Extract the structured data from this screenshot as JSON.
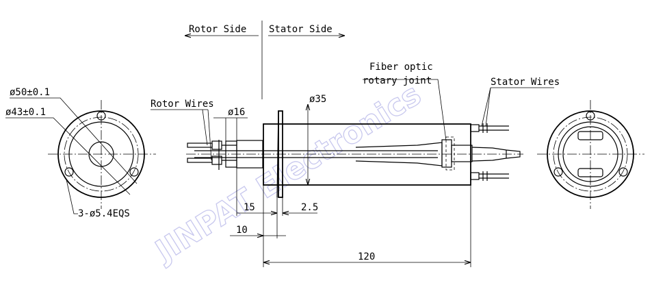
{
  "labels": {
    "rotor_side": "Rotor Side",
    "stator_side": "Stator Side",
    "rotor_wires": "Rotor Wires",
    "stator_wires": "Stator Wires",
    "fiber_line1": "Fiber optic",
    "fiber_line2": "rotary joint",
    "dia_outer": "ø50±0.1",
    "dia_pcd": "ø43±0.1",
    "holes": "3-ø5.4EQS",
    "dia_shaft": "ø16",
    "dia_body": "ø35",
    "dim_15": "15",
    "dim_2_5": "2.5",
    "dim_10": "10",
    "dim_120": "120"
  },
  "watermark": "JINPAT Electronics",
  "colors": {
    "line": "#000000",
    "watermark": "#c8c8ee",
    "background": "#ffffff"
  }
}
